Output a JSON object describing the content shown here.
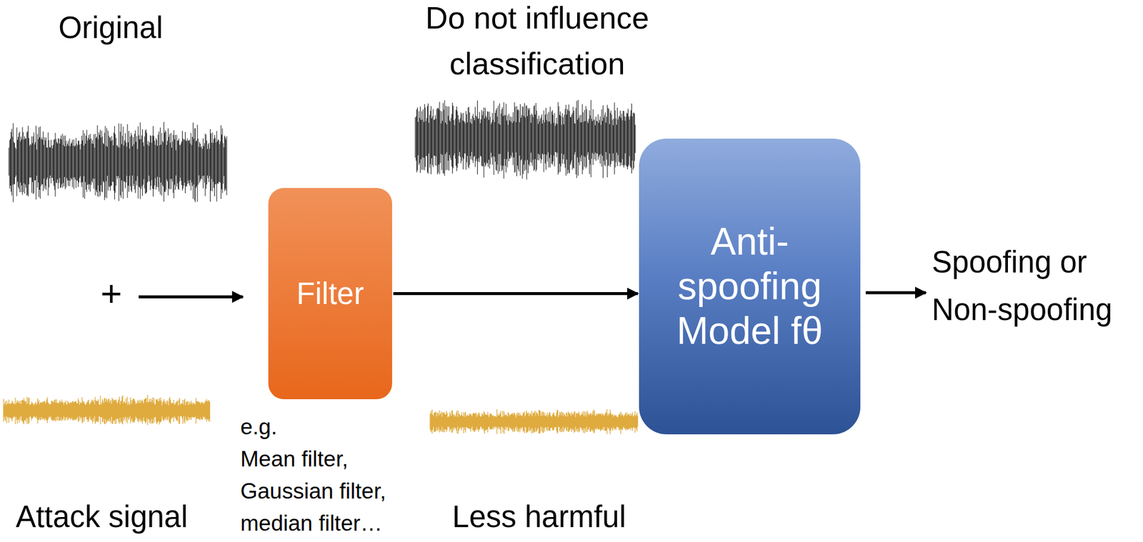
{
  "diagram": {
    "nodes": [
      {
        "text": [
          "Filter"
        ]
      },
      {
        "text": [
          "Anti-spoofing Model fθ"
        ]
      }
    ],
    "edges": [
      {
        "from": 0,
        "to": 1,
        "arrow": "to"
      }
    ],
    "labels": [
      "Original",
      "+",
      "Attack signal",
      "Do not influence classification",
      "Less harmful",
      "e.g.",
      "Mean filter,",
      "Gaussian filter,",
      "median filter…",
      "Spoofing or Non-spoofing"
    ]
  }
}
